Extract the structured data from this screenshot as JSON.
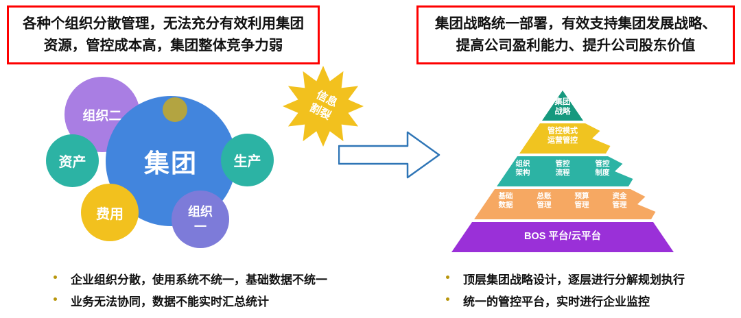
{
  "left": {
    "headline": "各种个组织分散管理，无法充分有效利用集团\n资源，管控成本高，集团整体竞争力弱",
    "bubbles": {
      "org2": "组织二",
      "group": "集团",
      "assets": "资产",
      "expense": "费用",
      "production": "生产",
      "org1": "组织\n一"
    },
    "burst": "信息\n割裂",
    "bullets": [
      "企业组织分散，使用系统不统一，基础数据不统一",
      "业务无法协同，数据不能实时汇总统计"
    ]
  },
  "right": {
    "headline": "集团战略统一部署，有效支持集团发展战略、\n提高公司盈利能力、提升公司股东价值",
    "pyramid": {
      "level1": "集团\n战略",
      "level2": "管控模式\n运营管控",
      "level3": [
        "组织\n架构",
        "管控\n流程",
        "管控\n制度"
      ],
      "level4": [
        "基础\n数据",
        "总账\n管理",
        "预算\n管理",
        "资金\n管理"
      ],
      "level5": "BOS 平台/云平台"
    },
    "bullets": [
      "顶层集团战略设计，逐层进行分解规划执行",
      "统一的管控平台，实时进行企业监控"
    ]
  },
  "colors": {
    "headline_border": "#fe0000",
    "bubble_group": "#4285dd",
    "bubble_org2": "#a97ee3",
    "bubble_teal": "#2cb3a4",
    "bubble_yellow": "#f2c11e",
    "bubble_org1": "#7d7bd9",
    "bubble_small_dot": "#b3a441",
    "burst": "#f2c11e",
    "arrow_stroke": "#2e75b6",
    "pyramid_level1": "#16997e",
    "pyramid_level2": "#f0c420",
    "pyramid_level3": "#2cb3a4",
    "pyramid_level4": "#f6a862",
    "pyramid_level5": "#9a30d8",
    "bullet_dot": "#b8960c"
  }
}
